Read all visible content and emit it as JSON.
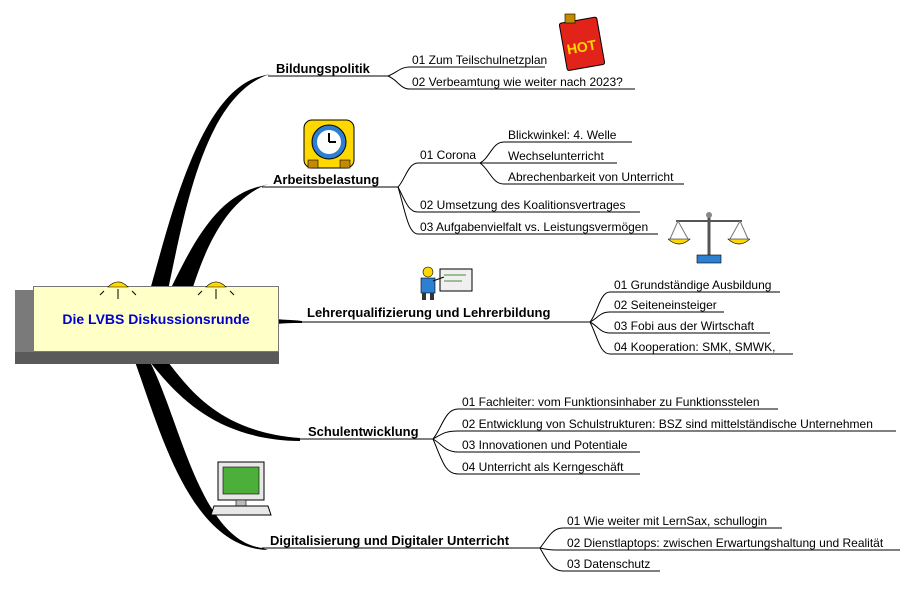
{
  "central_topic": "Die LVBS  Diskussionsrunde",
  "branches": {
    "bildungspolitik": {
      "label": "Bildungspolitik",
      "items": [
        "01 Zum Teilschulnetzplan",
        "02 Verbeamtung wie weiter nach 2023?"
      ],
      "badge": "HOT"
    },
    "arbeitsbelastung": {
      "label": "Arbeitsbelastung",
      "items": [
        "01 Corona",
        "02 Umsetzung des Koalitionsvertrages",
        "03 Aufgabenvielfalt vs. Leistungsvermögen"
      ],
      "corona_items": [
        "Blickwinkel: 4. Welle",
        "Wechselunterricht",
        "Abrechenbarkeit von Unterricht"
      ]
    },
    "lehrerqualifizierung": {
      "label": "Lehrerqualifizierung  und Lehrerbildung",
      "items": [
        "01 Grundständige Ausbildung",
        "02 Seiteneinsteiger",
        "03 Fobi aus der Wirtschaft",
        "04 Kooperation: SMK, SMWK,"
      ]
    },
    "schulentwicklung": {
      "label": "Schulentwicklung",
      "items": [
        "01 Fachleiter: vom Funktionsinhaber zu Funktionsstelen",
        "02 Entwicklung von Schulstrukturen: BSZ sind mittelständische Unternehmen",
        "03 Innovationen und Potentiale",
        "04 Unterricht als Kerngeschäft"
      ]
    },
    "digitalisierung": {
      "label": "Digitalisierung und Digitaler Unterricht",
      "items": [
        "01 Wie weiter mit LernSax, schullogin",
        "02 Dienstlaptops: zwischen Erwartungshaltung und Realität",
        "03 Datenschutz"
      ]
    }
  },
  "icons": [
    "hot-sign-icon",
    "alarm-clock-icon",
    "scales-icon",
    "teacher-icon",
    "computer-icon",
    "lamp-icon"
  ]
}
